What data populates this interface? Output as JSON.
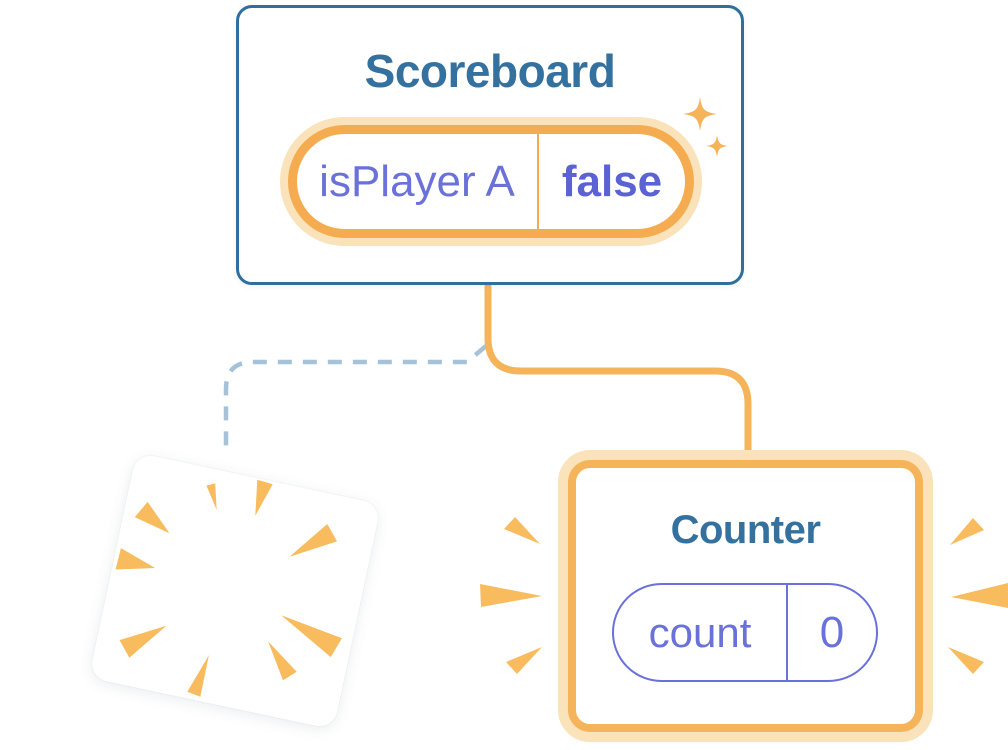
{
  "illustration": {
    "scoreboard_card": {
      "title": "Scoreboard",
      "state_pill": {
        "name": "isPlayer A",
        "value": "false"
      }
    },
    "counter_card": {
      "title": "Counter",
      "state_pill": {
        "name": "count",
        "value": "0"
      }
    }
  },
  "colors": {
    "card_border_blue": "#2E6F9E",
    "title_blue": "#35719E",
    "state_purple": "#6A71D8",
    "state_purple_bold": "#5B62D3",
    "accent_orange": "#F5AC50",
    "connector_orange": "#F6B45A",
    "burst_orange": "#F8BC5E",
    "glow_peach": "#FAE2BA",
    "dash_blue": "#A5C2D9",
    "card_white": "#FFFFFF"
  },
  "icons": {
    "sparkle": "sparkle-icon",
    "emphasis_burst": "emphasis-burst-icon",
    "poof_burst": "poof-burst-icon"
  }
}
